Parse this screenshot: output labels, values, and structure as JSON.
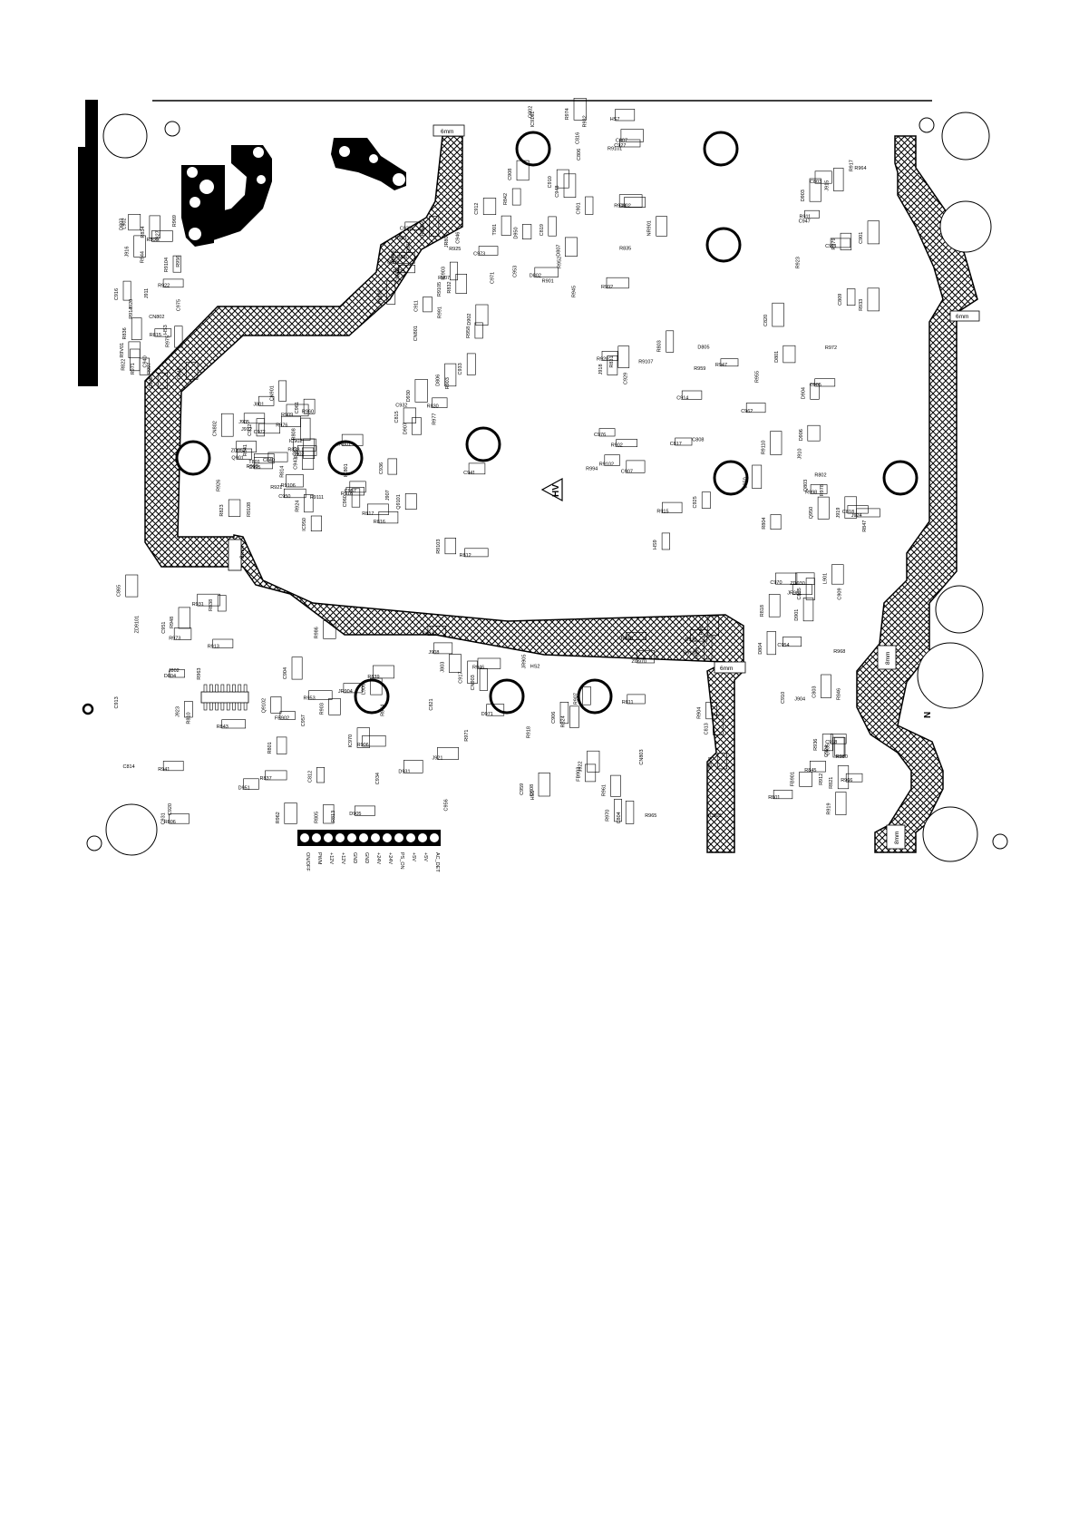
{
  "connector_pins": [
    "ON/OFF",
    "PWM",
    "+12V",
    "+12V",
    "GND",
    "GND",
    "+24V",
    "+24V",
    "PS_ON",
    "+5V",
    "+5V",
    "AC_DET"
  ],
  "hv_mark": "HV",
  "width_marks": [
    "6mm",
    "8mm",
    "6mm",
    "6mm",
    "8mm",
    "8mm"
  ],
  "neutral_mark": "N",
  "components": [
    "CN802",
    "T801",
    "CN801",
    "C806",
    "C808",
    "R812",
    "R810",
    "R813",
    "R811",
    "R801",
    "C809",
    "R809",
    "R808",
    "R807",
    "C807",
    "R804",
    "JR801",
    "R806",
    "R805",
    "HS1",
    "R818",
    "R802",
    "D803",
    "J801",
    "Q801",
    "Q802",
    "R803",
    "R817",
    "D804",
    "JR904",
    "C804",
    "C803",
    "R933",
    "C942",
    "C943",
    "IC903",
    "R945",
    "R947",
    "C941",
    "R941",
    "R946",
    "JR905",
    "J904",
    "D906",
    "R944",
    "R926",
    "R925",
    "R943",
    "HS9",
    "R924",
    "R948",
    "R906",
    "R907",
    "C935",
    "D903",
    "C940",
    "IC902",
    "D905",
    "R932",
    "C914",
    "J907",
    "C913",
    "J908",
    "IC901",
    "R919",
    "R923",
    "R922",
    "R921",
    "J906",
    "C901",
    "R920",
    "C902",
    "R801",
    "C917",
    "R918",
    "C918",
    "R917",
    "C916",
    "C915",
    "C912",
    "C910",
    "R915",
    "R916",
    "R913",
    "D905",
    "R910",
    "R912",
    "R911",
    "R914",
    "Q901",
    "D902",
    "HS7",
    "C925",
    "D907",
    "C920",
    "L906",
    "FB903",
    "C924",
    "J910",
    "J911",
    "J912",
    "C937",
    "R9101",
    "R9102",
    "R9103",
    "FB902",
    "J921",
    "J922",
    "FB901",
    "D904",
    "R9104",
    "R909",
    "R9105",
    "C927",
    "C907",
    "C936",
    "ZD9101",
    "D9101",
    "R965",
    "C909",
    "J915",
    "J916",
    "R9106",
    "C933",
    "C908",
    "R9107",
    "Q9101",
    "Q9102",
    "CN903",
    "R904",
    "D901",
    "J924",
    "L902",
    "C932",
    "C911",
    "C902",
    "C929",
    "C932",
    "C931",
    "D931",
    "R999",
    "R936",
    "R998",
    "R997",
    "R903",
    "R991",
    "R992",
    "R994",
    "D930",
    "R931",
    "C934",
    "C906",
    "ZD930",
    "J919",
    "J920",
    "R9108",
    "R9109",
    "R901",
    "R902",
    "R903",
    "C904",
    "IC970",
    "D970",
    "C970",
    "R978",
    "R975",
    "R976",
    "C971",
    "R974",
    "C976",
    "R977",
    "R973",
    "R971",
    "R970",
    "R980",
    "R979",
    "HS3",
    "C950",
    "T901",
    "R952",
    "R955",
    "IC950",
    "C951",
    "R953",
    "HS2",
    "JR901",
    "Q950",
    "R956",
    "R957",
    "R958",
    "IC9101",
    "J918",
    "C961",
    "R963",
    "C956",
    "R961",
    "L901",
    "C901",
    "R9V01",
    "CN901",
    "F901",
    "NR901",
    "R9110",
    "R9111",
    "D951",
    "D971",
    "ZD970",
    "C954",
    "C947",
    "C975",
    "ZD952",
    "R983",
    "C953",
    "R959",
    "R960",
    "R962",
    "C957",
    "C959",
    "R966",
    "R964",
    "R969",
    "C972",
    "C973",
    "D950",
    "L950",
    "C960",
    "C865",
    "R986",
    "R967",
    "R968",
    "R972",
    "R971",
    "J905",
    "C946",
    "C948",
    "C962",
    "C957",
    "J923",
    "R903",
    "R978",
    "C910",
    "C911",
    "C842",
    "C840",
    "JR806",
    "D802",
    "D801",
    "IC801",
    "R838",
    "R839",
    "R840",
    "R845",
    "C818",
    "R836",
    "R841",
    "R842",
    "C816",
    "C817",
    "C815",
    "C814",
    "C812",
    "C813",
    "R846",
    "R847",
    "R834",
    "R833",
    "R832",
    "R835",
    "R831",
    "R830",
    "R837",
    "C821",
    "D808",
    "C805",
    "C905",
    "R815",
    "R814",
    "R820",
    "D807",
    "D805",
    "D806",
    "R843",
    "R844",
    "R824",
    "R821",
    "Q803",
    "R822",
    "R823",
    "R825",
    "C819",
    "C820",
    "R816",
    "J802",
    "J803",
    "CN803",
    "D804",
    "C803",
    "J827",
    "CN802",
    "CN902"
  ]
}
